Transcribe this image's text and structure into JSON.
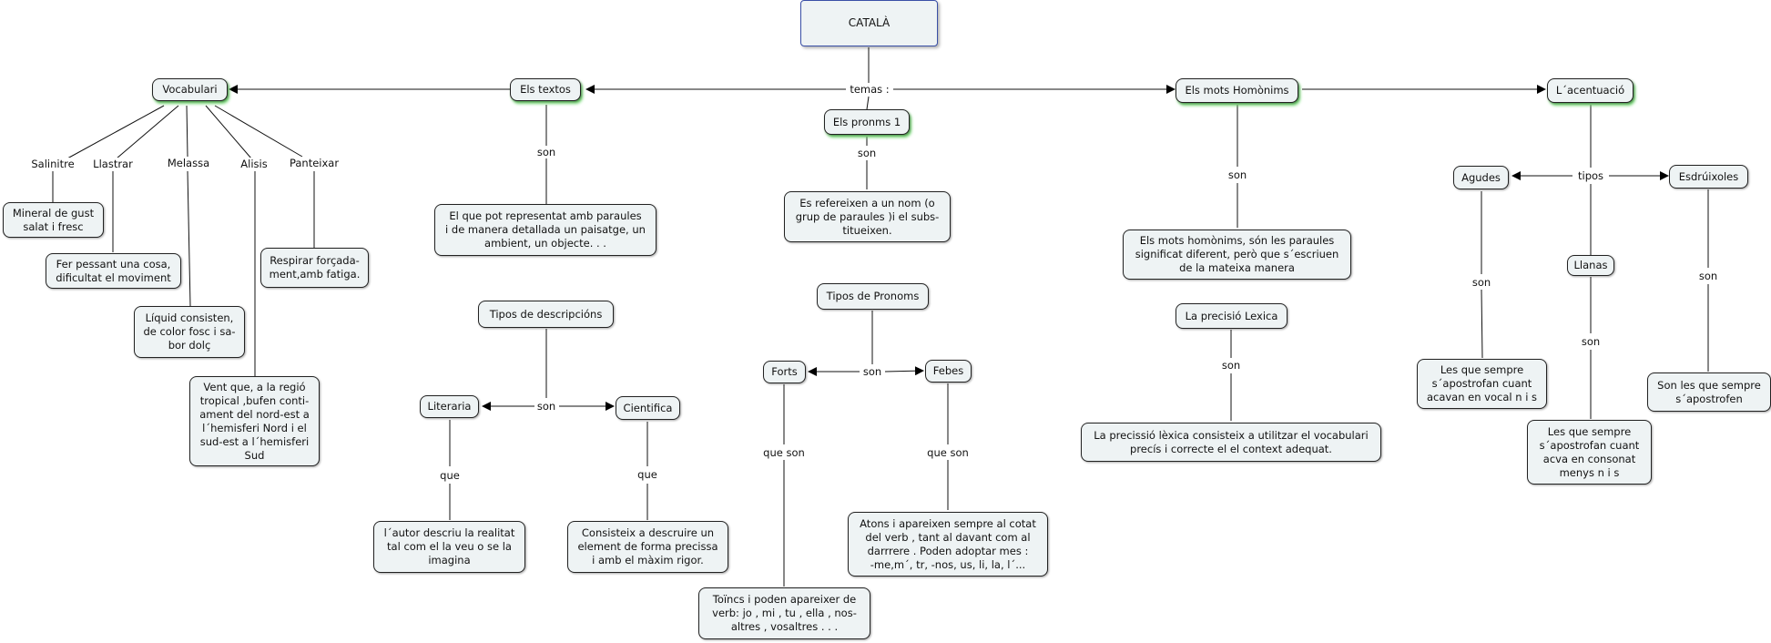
{
  "root": "CATALÀ",
  "link_temas": "temas :",
  "vocabulari": {
    "title": "Vocabulari",
    "terms": [
      "Salinitre",
      "Llastrar",
      "Melassa",
      "Alisis",
      "Panteixar"
    ],
    "defs": [
      "Mineral de gust\nsalat i fresc",
      "Fer pessant una cosa,\ndificultat el moviment",
      "Líquid consisten,\nde color fosc i sa-\nbor dolç",
      "Vent que, a la regió\ntropical ,bufen conti-\nament del nord-est a\nl´hemisferi Nord i el\nsud-est a l´hemisferi\nSud",
      "Respirar forçada-\nment,amb fatiga."
    ]
  },
  "textos": {
    "title": "Els textos",
    "link": "son",
    "def": "El que pot representat amb paraules\ni de manera detallada un paisatge, un\nambient, un objecte. . .",
    "tipos": "Tipos de descripcións",
    "tipos_link": "son",
    "literaria": "Literaria",
    "cientifica": "Cientifica",
    "que": "que",
    "literaria_def": "l´autor descriu la realitat\ntal com el la veu o se la\nimagina",
    "cientifica_def": "Consisteix a descruire un\nelement de forma precissa\ni amb el màxim rigor."
  },
  "pronoms": {
    "title": "Els pronms 1",
    "link": "son",
    "def": "Es refereixen a un nom (o\ngrup de paraules )i el subs-\ntitueixen.",
    "tipos": "Tipos de Pronoms",
    "tipos_link": "son",
    "forts": "Forts",
    "febes": "Febes",
    "que_son": "que son",
    "forts_def": "Toïncs i poden apareixer de\nverb: jo , mi , tu , ella , nos-\naltres , vosaltres . . .",
    "febes_def": "Atons i apareixen sempre al cotat\ndel verb , tant al davant com al\ndarrrere . Poden adoptar mes :\n-me,m´, tr, -nos, us, li, la, l´..."
  },
  "homonims": {
    "title": "Els mots Homònims",
    "link": "son",
    "def": "Els mots homònims, són les paraules\nsignificat diferent, però que s´escriuen\nde la mateixa manera",
    "precisio": "La precisió Lexica",
    "precisio_link": "son",
    "precisio_def": "La precissió lèxica consisteix a utilitzar el vocabulari\nprecís i correcte el el context adequat."
  },
  "accent": {
    "title": "L´acentuació",
    "link": "tipos",
    "agudes": "Agudes",
    "llanas": "Llanas",
    "esdruixoles": "Esdrúixoles",
    "son": "son",
    "agudes_def": "Les que sempre\ns´apostrofan cuant\nacavan en vocal n i s",
    "llanas_def": "Les que sempre\ns´apostrofan cuant\nacva en consonat\nmenys n i s",
    "esdruixoles_def": "Son les que sempre\ns´apostrofen"
  }
}
